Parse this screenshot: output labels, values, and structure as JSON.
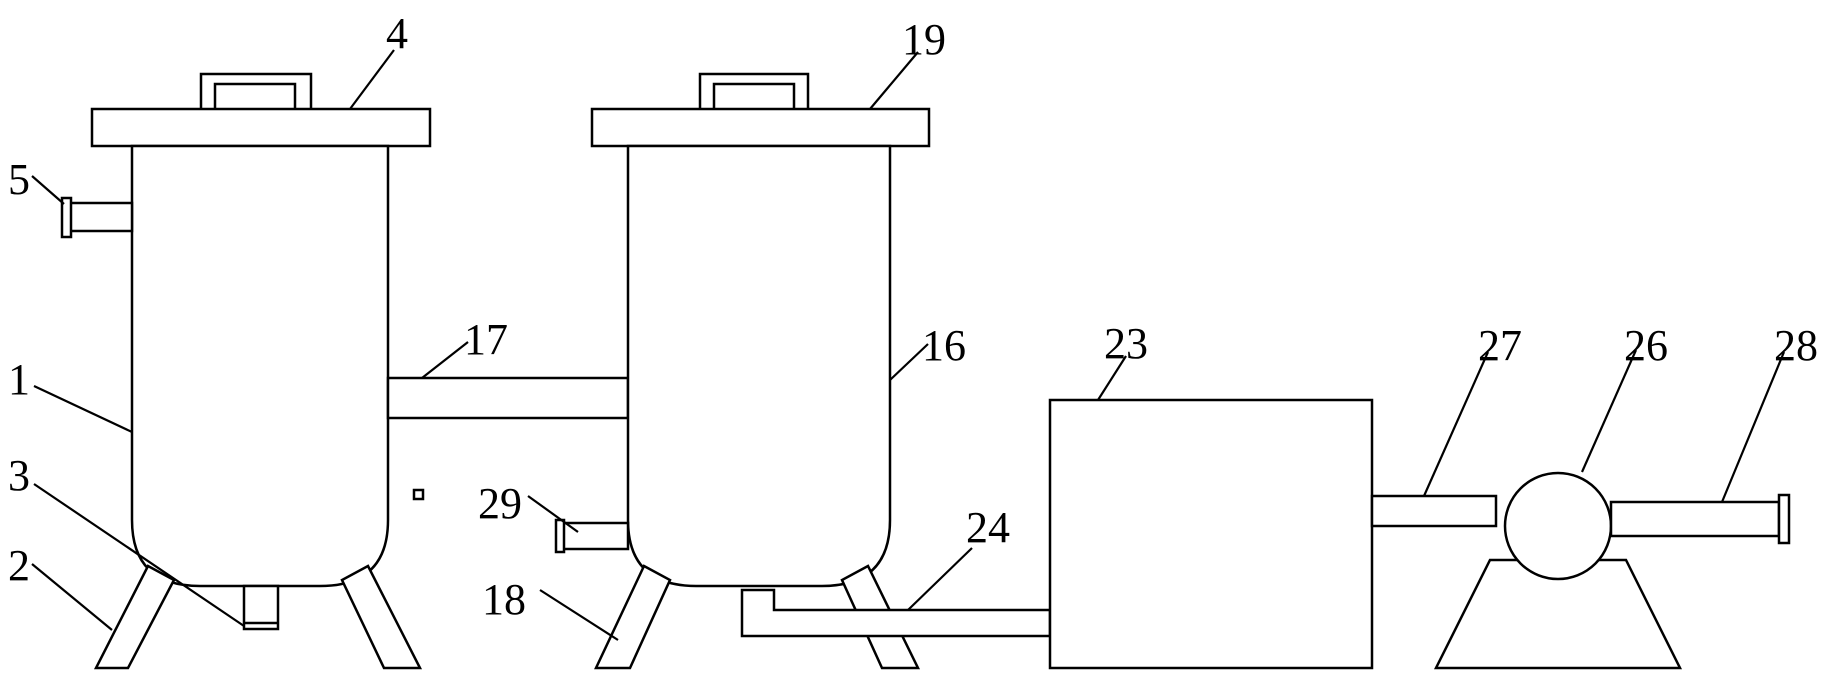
{
  "labels": {
    "l1": "1",
    "l2": "2",
    "l3": "3",
    "l4": "4",
    "l5": "5",
    "l16": "16",
    "l17": "17",
    "l18": "18",
    "l19": "19",
    "l23": "23",
    "l24": "24",
    "l26": "26",
    "l27": "27",
    "l28": "28",
    "l29": "29"
  }
}
